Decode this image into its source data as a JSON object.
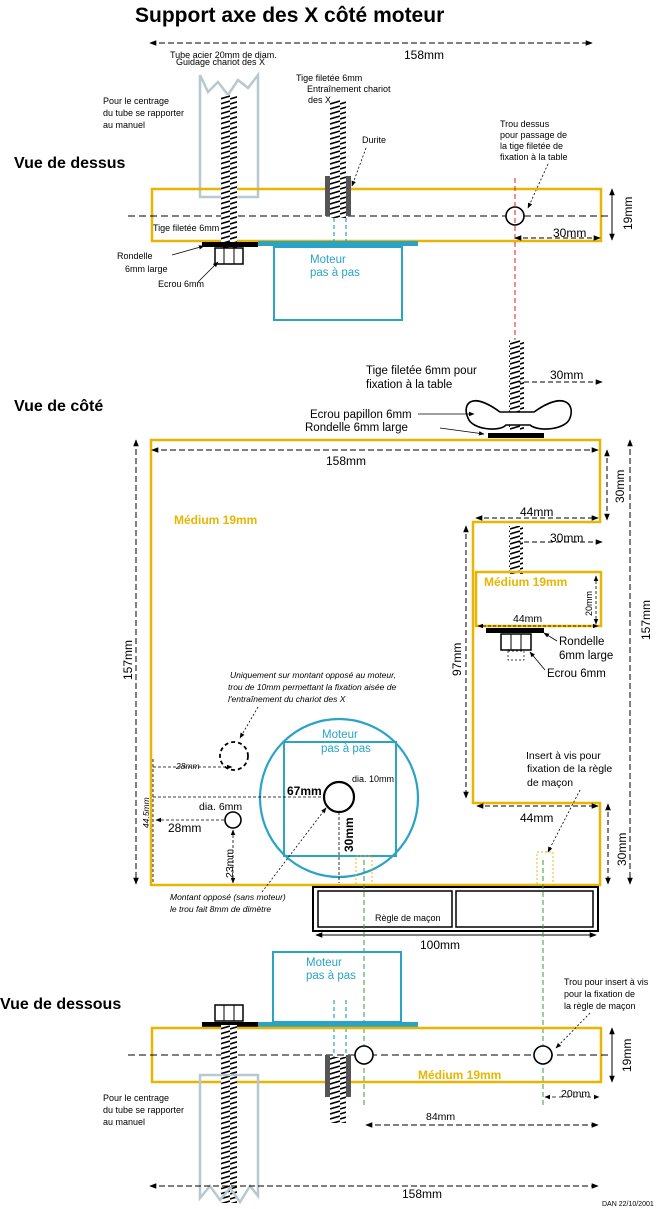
{
  "title": "Support axe des X côté moteur",
  "footer": "DAN 22/10/2001",
  "colors": {
    "wood": "#e8b500",
    "motor": "#2aa3c4",
    "axis_red": "#d9231c",
    "guide_green": "#3a9b3a",
    "tube": "#b5c9cf"
  },
  "views": {
    "top": {
      "heading": "Vue de dessus",
      "tube_label_1": "Tube acier 20mm de diam.",
      "tube_label_2": "Guidage chariot des X",
      "centering_1": "Pour le centrage",
      "centering_2": "du tube se rapporter",
      "centering_3": "au manuel",
      "rod_label_1": "Tige filetée 6mm",
      "rod_label_2": "Entraînement chariot",
      "rod_label_3": "des X",
      "durite": "Durite",
      "hole_1": "Trou dessus",
      "hole_2": "pour passage de",
      "hole_3": "la tige filetée de",
      "hole_4": "fixation à la table",
      "rod_6mm": "Tige filetée 6mm",
      "washer_1": "Rondelle",
      "washer_2": "6mm large",
      "nut": "Ecrou 6mm",
      "motor_1": "Moteur",
      "motor_2": "pas à pas",
      "dim_width": "158mm",
      "dim_30": "30mm",
      "dim_thick": "19mm"
    },
    "side": {
      "heading": "Vue de côté",
      "rod_1": "Tige filetée 6mm pour",
      "rod_2": "fixation à la table",
      "dim_30_top": "30mm",
      "wing_nut": "Ecrou papillon 6mm",
      "washer_large": "Rondelle 6mm large",
      "dim_158": "158mm",
      "dim_30_right_top": "30mm",
      "medium": "Médium 19mm",
      "dim_44_a": "44mm",
      "dim_30_b": "30mm",
      "medium_small": "Médium 19mm",
      "dim_20": "20mm",
      "dim_44_b": "44mm",
      "washer_1": "Rondelle",
      "washer_2": "6mm large",
      "nut": "Ecrou 6mm",
      "dim_157_left": "157mm",
      "dim_157_right": "157mm",
      "dim_97": "97mm",
      "note_1": "Uniquement sur montant opposé au moteur,",
      "note_2": "trou de 10mm permettant la fixation aisée de",
      "note_3": "l'entraînement du chariot  des X",
      "dim_28_a": "28mm",
      "dim_44_5": "44.5mm",
      "dia_6": "dia. 6mm",
      "dim_28_b": "28mm",
      "motor_1": "Moteur",
      "motor_2": "pas à pas",
      "dia_10": "dia. 10mm",
      "dim_67": "67mm",
      "dim_30_v": "30mm",
      "dim_23": "23mm",
      "insert_1": "Insert à vis pour",
      "insert_2": "fixation de la règle",
      "insert_3": "de maçon",
      "dim_44_c": "44mm",
      "dim_30_right_bottom": "30mm",
      "opposite_1": "Montant opposé (sans moteur)",
      "opposite_2": "le trou fait 8mm de dimètre",
      "ruler": "Règle de maçon",
      "dim_100": "100mm"
    },
    "bottom": {
      "heading": "Vue de dessous",
      "motor_1": "Moteur",
      "motor_2": "pas à pas",
      "hole_1": "Trou pour insert à vis",
      "hole_2": "pour la fixation de",
      "hole_3": "la règle de maçon",
      "dim_thick": "19mm",
      "medium": "Médium 19mm",
      "dim_20": "20mm",
      "centering_1": "Pour le centrage",
      "centering_2": "du tube se rapporter",
      "centering_3": "au manuel",
      "dim_84": "84mm",
      "dim_158": "158mm"
    }
  }
}
